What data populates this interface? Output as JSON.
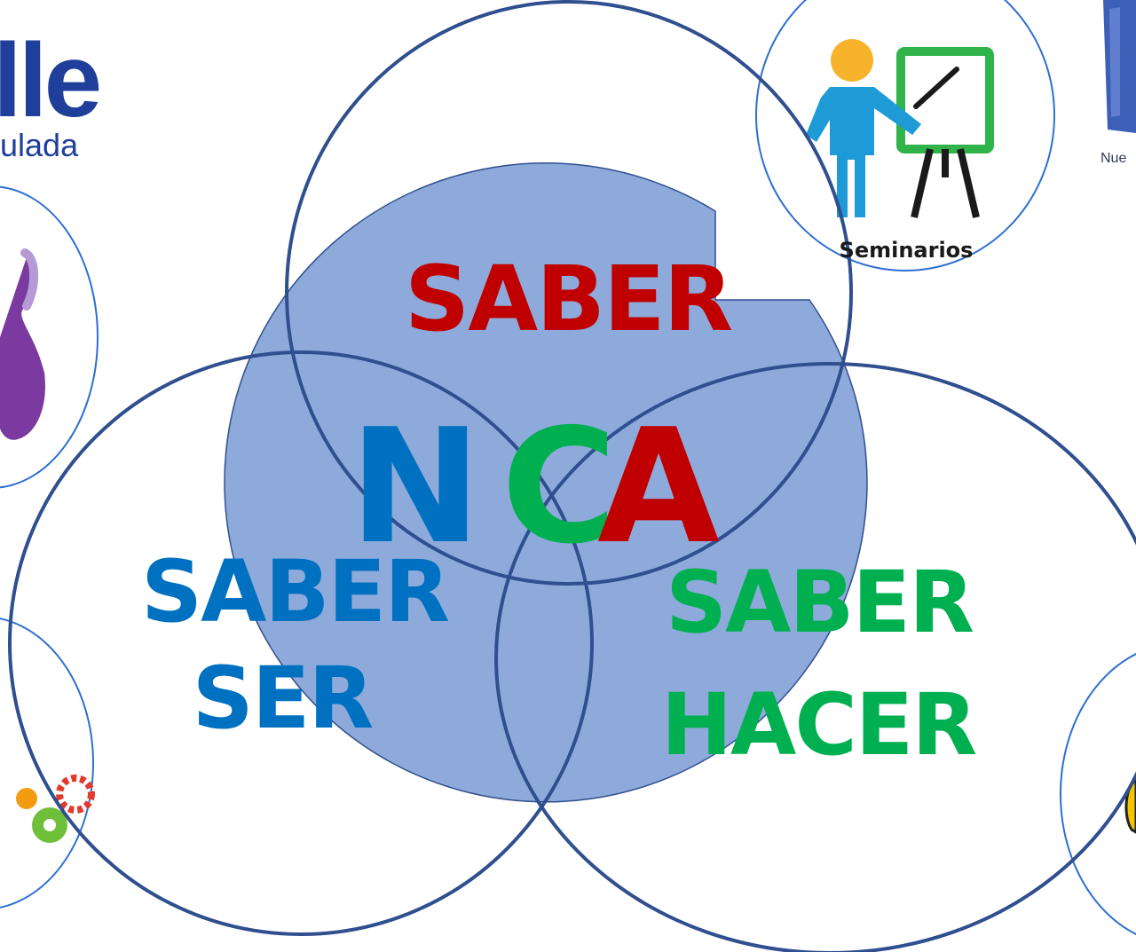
{
  "logo": {
    "word": "lle",
    "sub": "ulada"
  },
  "corner_text": "Nue",
  "badges": {
    "seminarios": {
      "label": "Seminarios",
      "icon": "teacher-presentation-icon"
    },
    "left_top": {
      "icon": "purple-figure-icon"
    },
    "left_bottom": {
      "icon": "gears-icon"
    },
    "right_bottom": {
      "icon": "yellow-emblem-icon"
    },
    "right_top": {
      "icon": "blue-poster-icon"
    }
  },
  "diagram": {
    "top_label": "SABER",
    "center_label": {
      "n": "N",
      "c": "C",
      "a": "A"
    },
    "left_label": [
      "SABER",
      "SER"
    ],
    "right_label": [
      "SABER",
      "HACER"
    ]
  },
  "colors": {
    "circle_stroke": "#2f4f8f",
    "central_fill": "#8eaadb",
    "red": "#c00000",
    "blue": "#0070c0",
    "green": "#00b050",
    "logo_blue": "#1f3f9a"
  }
}
